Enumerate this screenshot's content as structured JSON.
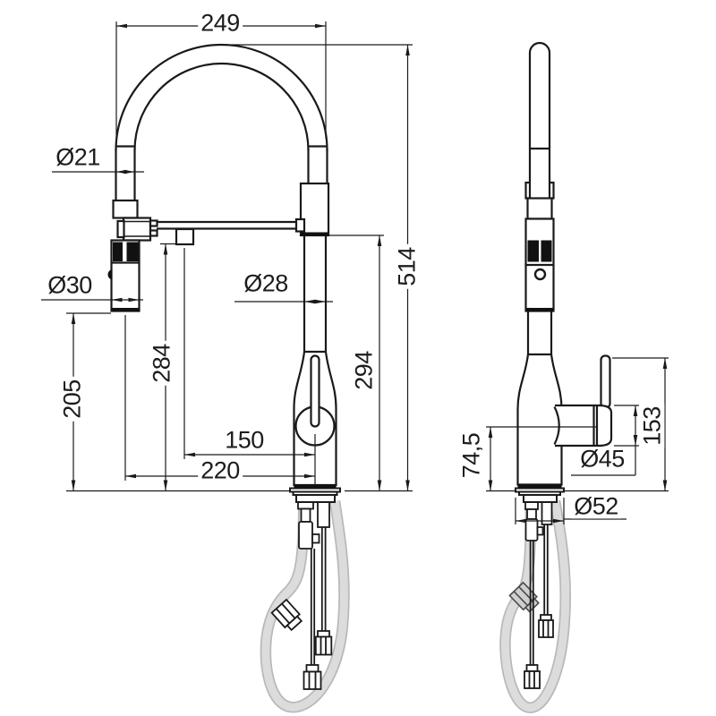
{
  "drawing": {
    "type": "technical-dimension-drawing",
    "subject": "kitchen mixer tap with pull-out spray, front and side views",
    "colors": {
      "line": "#1a1a1a",
      "background": "#ffffff",
      "hose_outline": "#b9b9b9",
      "hose_fill": "#dcdcdc",
      "gray_fitting": "#cfcfcf"
    }
  },
  "dimensions": {
    "front": {
      "d249": "249",
      "dia21": "Ø21",
      "dia30": "Ø30",
      "dia28": "Ø28",
      "d205": "205",
      "d284": "284",
      "d150": "150",
      "d220": "220",
      "d294": "294",
      "d514": "514"
    },
    "side": {
      "d74_5": "74,5",
      "dia45": "Ø45",
      "d153": "153",
      "dia52": "Ø52"
    }
  }
}
